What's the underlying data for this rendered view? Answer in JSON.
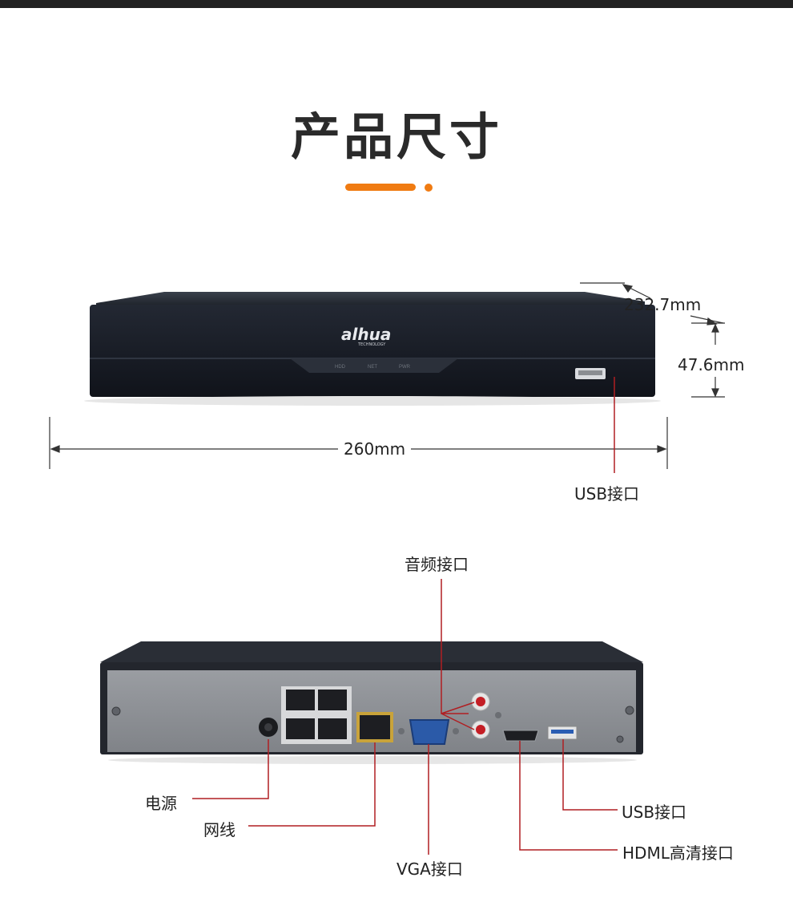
{
  "title": "产品尺寸",
  "colors": {
    "accent": "#f07b12",
    "callout_line": "#b01e22",
    "device_body": "#1a1e26"
  },
  "brand": {
    "logo_text": "alhua",
    "logo_sub": "TECHNOLOGY"
  },
  "front_panel": {
    "indicators": [
      "HDD",
      "NET",
      "PWR"
    ]
  },
  "dimensions": {
    "depth": "232.7mm",
    "height": "47.6mm",
    "width": "260mm"
  },
  "callouts": {
    "front_usb": "USB接口",
    "audio": "音频接口",
    "power": "电源",
    "network": "网线",
    "vga": "VGA接口",
    "rear_usb": "USB接口",
    "hdmi": "HDML高清接口"
  }
}
